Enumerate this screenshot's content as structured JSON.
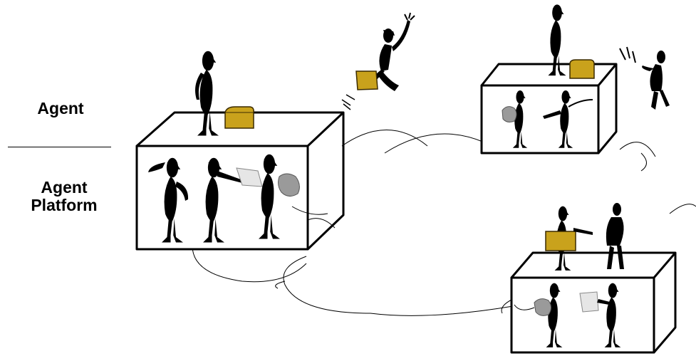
{
  "legend": {
    "agent_label": "Agent",
    "platform_line1": "Agent",
    "platform_line2": "Platform"
  },
  "colors": {
    "box_stroke": "#000000",
    "figure_fill": "#000000",
    "parcel_fill": "#c9a21c",
    "parcel_stroke": "#3a2a00",
    "sack_fill": "#9a9a9a",
    "paper_fill": "#e6e6e6"
  }
}
